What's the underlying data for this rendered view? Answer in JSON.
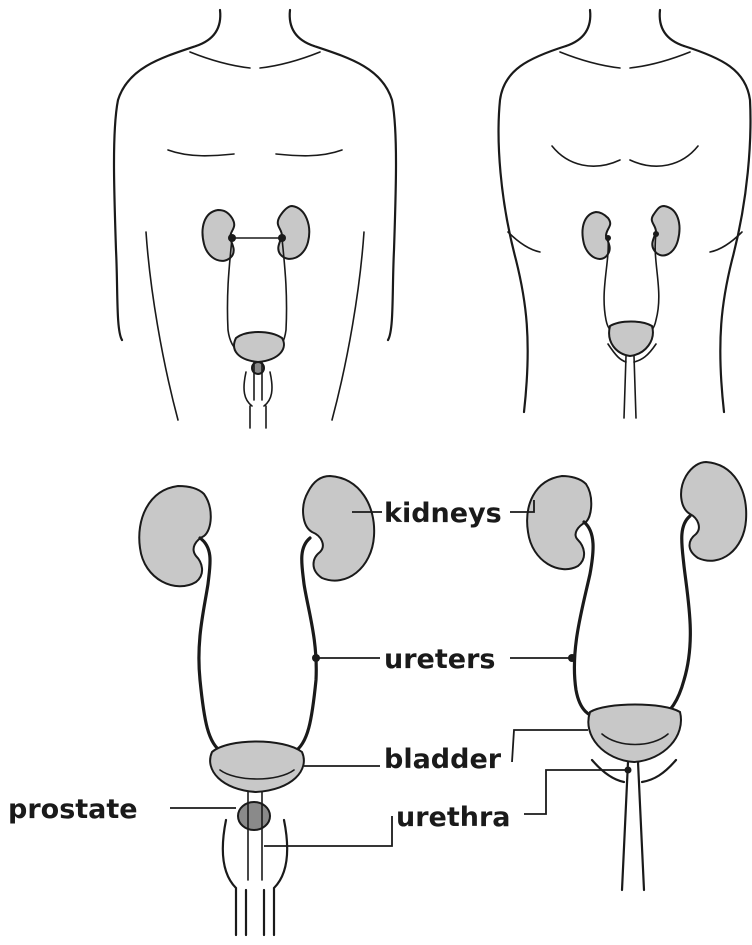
{
  "labels": {
    "kidneys": "kidneys",
    "ureters": "ureters",
    "bladder": "bladder",
    "urethra": "urethra",
    "prostate": "prostate"
  },
  "colors": {
    "line": "#1a1a1a",
    "organ_fill": "#c8c8c8",
    "prostate_fill": "#8a8a8a",
    "background": "#ffffff"
  }
}
